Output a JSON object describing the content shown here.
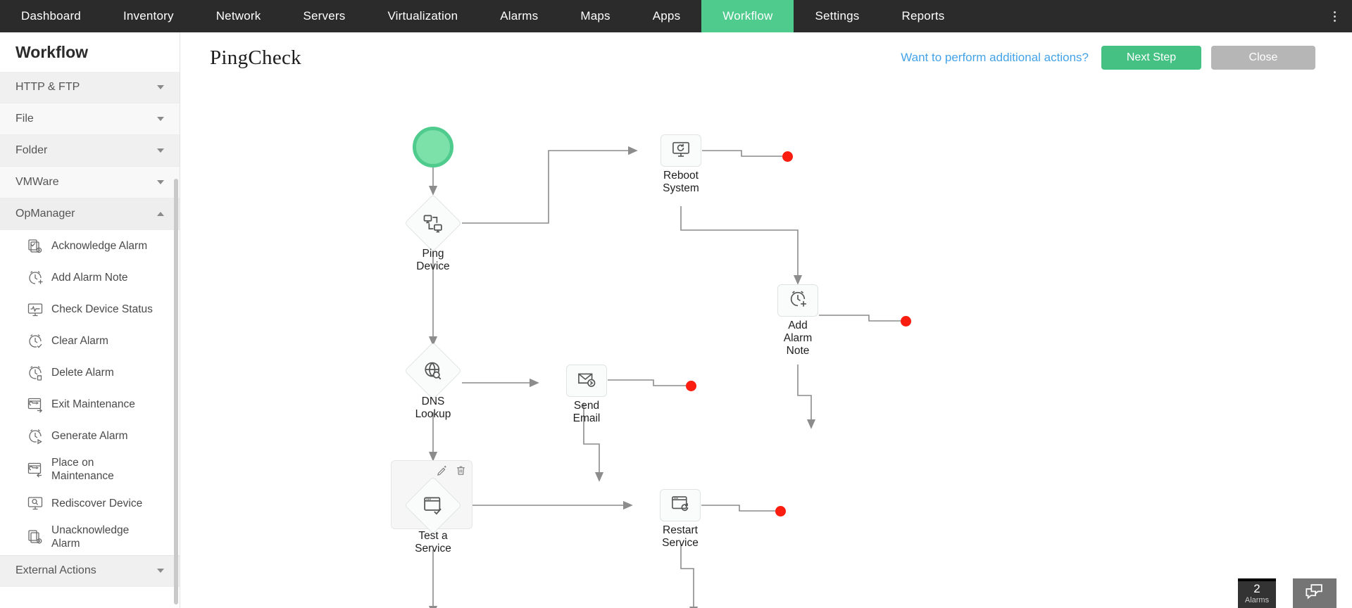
{
  "topnav": {
    "items": [
      {
        "label": "Dashboard",
        "active": false
      },
      {
        "label": "Inventory",
        "active": false
      },
      {
        "label": "Network",
        "active": false
      },
      {
        "label": "Servers",
        "active": false
      },
      {
        "label": "Virtualization",
        "active": false
      },
      {
        "label": "Alarms",
        "active": false
      },
      {
        "label": "Maps",
        "active": false
      },
      {
        "label": "Apps",
        "active": false
      },
      {
        "label": "Workflow",
        "active": true
      },
      {
        "label": "Settings",
        "active": false
      },
      {
        "label": "Reports",
        "active": false
      }
    ],
    "active_color": "#4ecb8d",
    "bar_color": "#2b2b2b"
  },
  "sidebar": {
    "title": "Workflow",
    "groups": [
      {
        "label": "HTTP & FTP",
        "expanded": false
      },
      {
        "label": "File",
        "expanded": false
      },
      {
        "label": "Folder",
        "expanded": false
      },
      {
        "label": "VMWare",
        "expanded": false
      },
      {
        "label": "OpManager",
        "expanded": true
      },
      {
        "label": "External Actions",
        "expanded": false
      }
    ],
    "opmanager_items": [
      {
        "label": "Acknowledge Alarm",
        "icon": "acknowledge-alarm-icon"
      },
      {
        "label": "Add Alarm Note",
        "icon": "add-alarm-note-icon"
      },
      {
        "label": "Check Device Status",
        "icon": "check-device-status-icon"
      },
      {
        "label": "Clear Alarm",
        "icon": "clear-alarm-icon"
      },
      {
        "label": "Delete Alarm",
        "icon": "delete-alarm-icon"
      },
      {
        "label": "Exit Maintenance",
        "icon": "exit-maintenance-icon"
      },
      {
        "label": "Generate Alarm",
        "icon": "generate-alarm-icon"
      },
      {
        "label": "Place on Maintenance",
        "icon": "place-on-maintenance-icon"
      },
      {
        "label": "Rediscover Device",
        "icon": "rediscover-device-icon"
      },
      {
        "label": "Unacknowledge Alarm",
        "icon": "unacknowledge-alarm-icon"
      }
    ]
  },
  "header": {
    "title": "PingCheck",
    "additional_actions_link": "Want to perform additional actions?",
    "next_step_label": "Next Step",
    "close_label": "Close",
    "next_color": "#45c283",
    "close_color": "#b6b6b6",
    "link_color": "#44a3e8"
  },
  "workflow": {
    "start_node": {
      "name": "start",
      "color": "#7ce0a9"
    },
    "nodes": [
      {
        "id": "ping-device",
        "label": "Ping\nDevice",
        "shape": "diamond",
        "icon": "ping-device-icon"
      },
      {
        "id": "reboot-system",
        "label": "Reboot\nSystem",
        "shape": "tile",
        "icon": "reboot-system-icon"
      },
      {
        "id": "add-alarm-note",
        "label": "Add\nAlarm\nNote",
        "shape": "tile",
        "icon": "add-alarm-note-icon"
      },
      {
        "id": "dns-lookup",
        "label": "DNS\nLookup",
        "shape": "diamond",
        "icon": "dns-lookup-icon"
      },
      {
        "id": "send-email",
        "label": "Send\nEmail",
        "shape": "tile",
        "icon": "send-email-icon"
      },
      {
        "id": "test-a-service",
        "label": "Test a\nService",
        "shape": "diamond",
        "icon": "test-a-service-icon",
        "selected": true
      },
      {
        "id": "restart-service",
        "label": "Restart\nService",
        "shape": "tile",
        "icon": "restart-service-icon"
      }
    ],
    "endpoint_color": "#fa1d10",
    "endpoint_count": 4,
    "selected_tools": [
      "edit-icon",
      "delete-icon"
    ]
  },
  "statusbar": {
    "alarm_count": "2",
    "alarm_label": "Alarms",
    "chat_icon": "chat-icon"
  }
}
